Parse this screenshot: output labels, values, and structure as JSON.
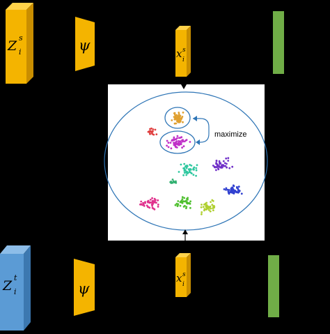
{
  "colors": {
    "background": "#000000",
    "box_yellow": "#F4B400",
    "box_yellow_side": "#C98E00",
    "box_yellow_top": "#FFD24A",
    "box_blue": "#5B9BD5",
    "box_blue_side": "#3C78B0",
    "box_blue_top": "#8DBDE8",
    "bar_green": "#70AD47",
    "panel": "#FFFFFF",
    "circle_stroke": "#2E75B6",
    "arrow": "#000000"
  },
  "source_branch": {
    "feature_label": "Z",
    "feature_sup": "s",
    "feature_sub": "i",
    "projector_label": "ψ",
    "embedding_label": "x",
    "embedding_sup": "s",
    "embedding_sub": "i"
  },
  "target_branch": {
    "feature_label": "Z",
    "feature_sup": "t",
    "feature_sub": "i",
    "projector_label": "ψ",
    "embedding_label": "x",
    "embedding_sup": "s",
    "embedding_sub": "i"
  },
  "center_panel": {
    "annotation": "maximize",
    "clusters": [
      {
        "color": "#E0A030",
        "count": 55
      },
      {
        "color": "#C030C8",
        "count": 60
      },
      {
        "color": "#E04040",
        "count": 20
      },
      {
        "color": "#30C8A0",
        "count": 45
      },
      {
        "color": "#7030C8",
        "count": 45
      },
      {
        "color": "#3040D0",
        "count": 45
      },
      {
        "color": "#E0308C",
        "count": 45
      },
      {
        "color": "#50C030",
        "count": 40
      },
      {
        "color": "#B0D030",
        "count": 40
      },
      {
        "color": "#30B070",
        "count": 15
      }
    ]
  }
}
